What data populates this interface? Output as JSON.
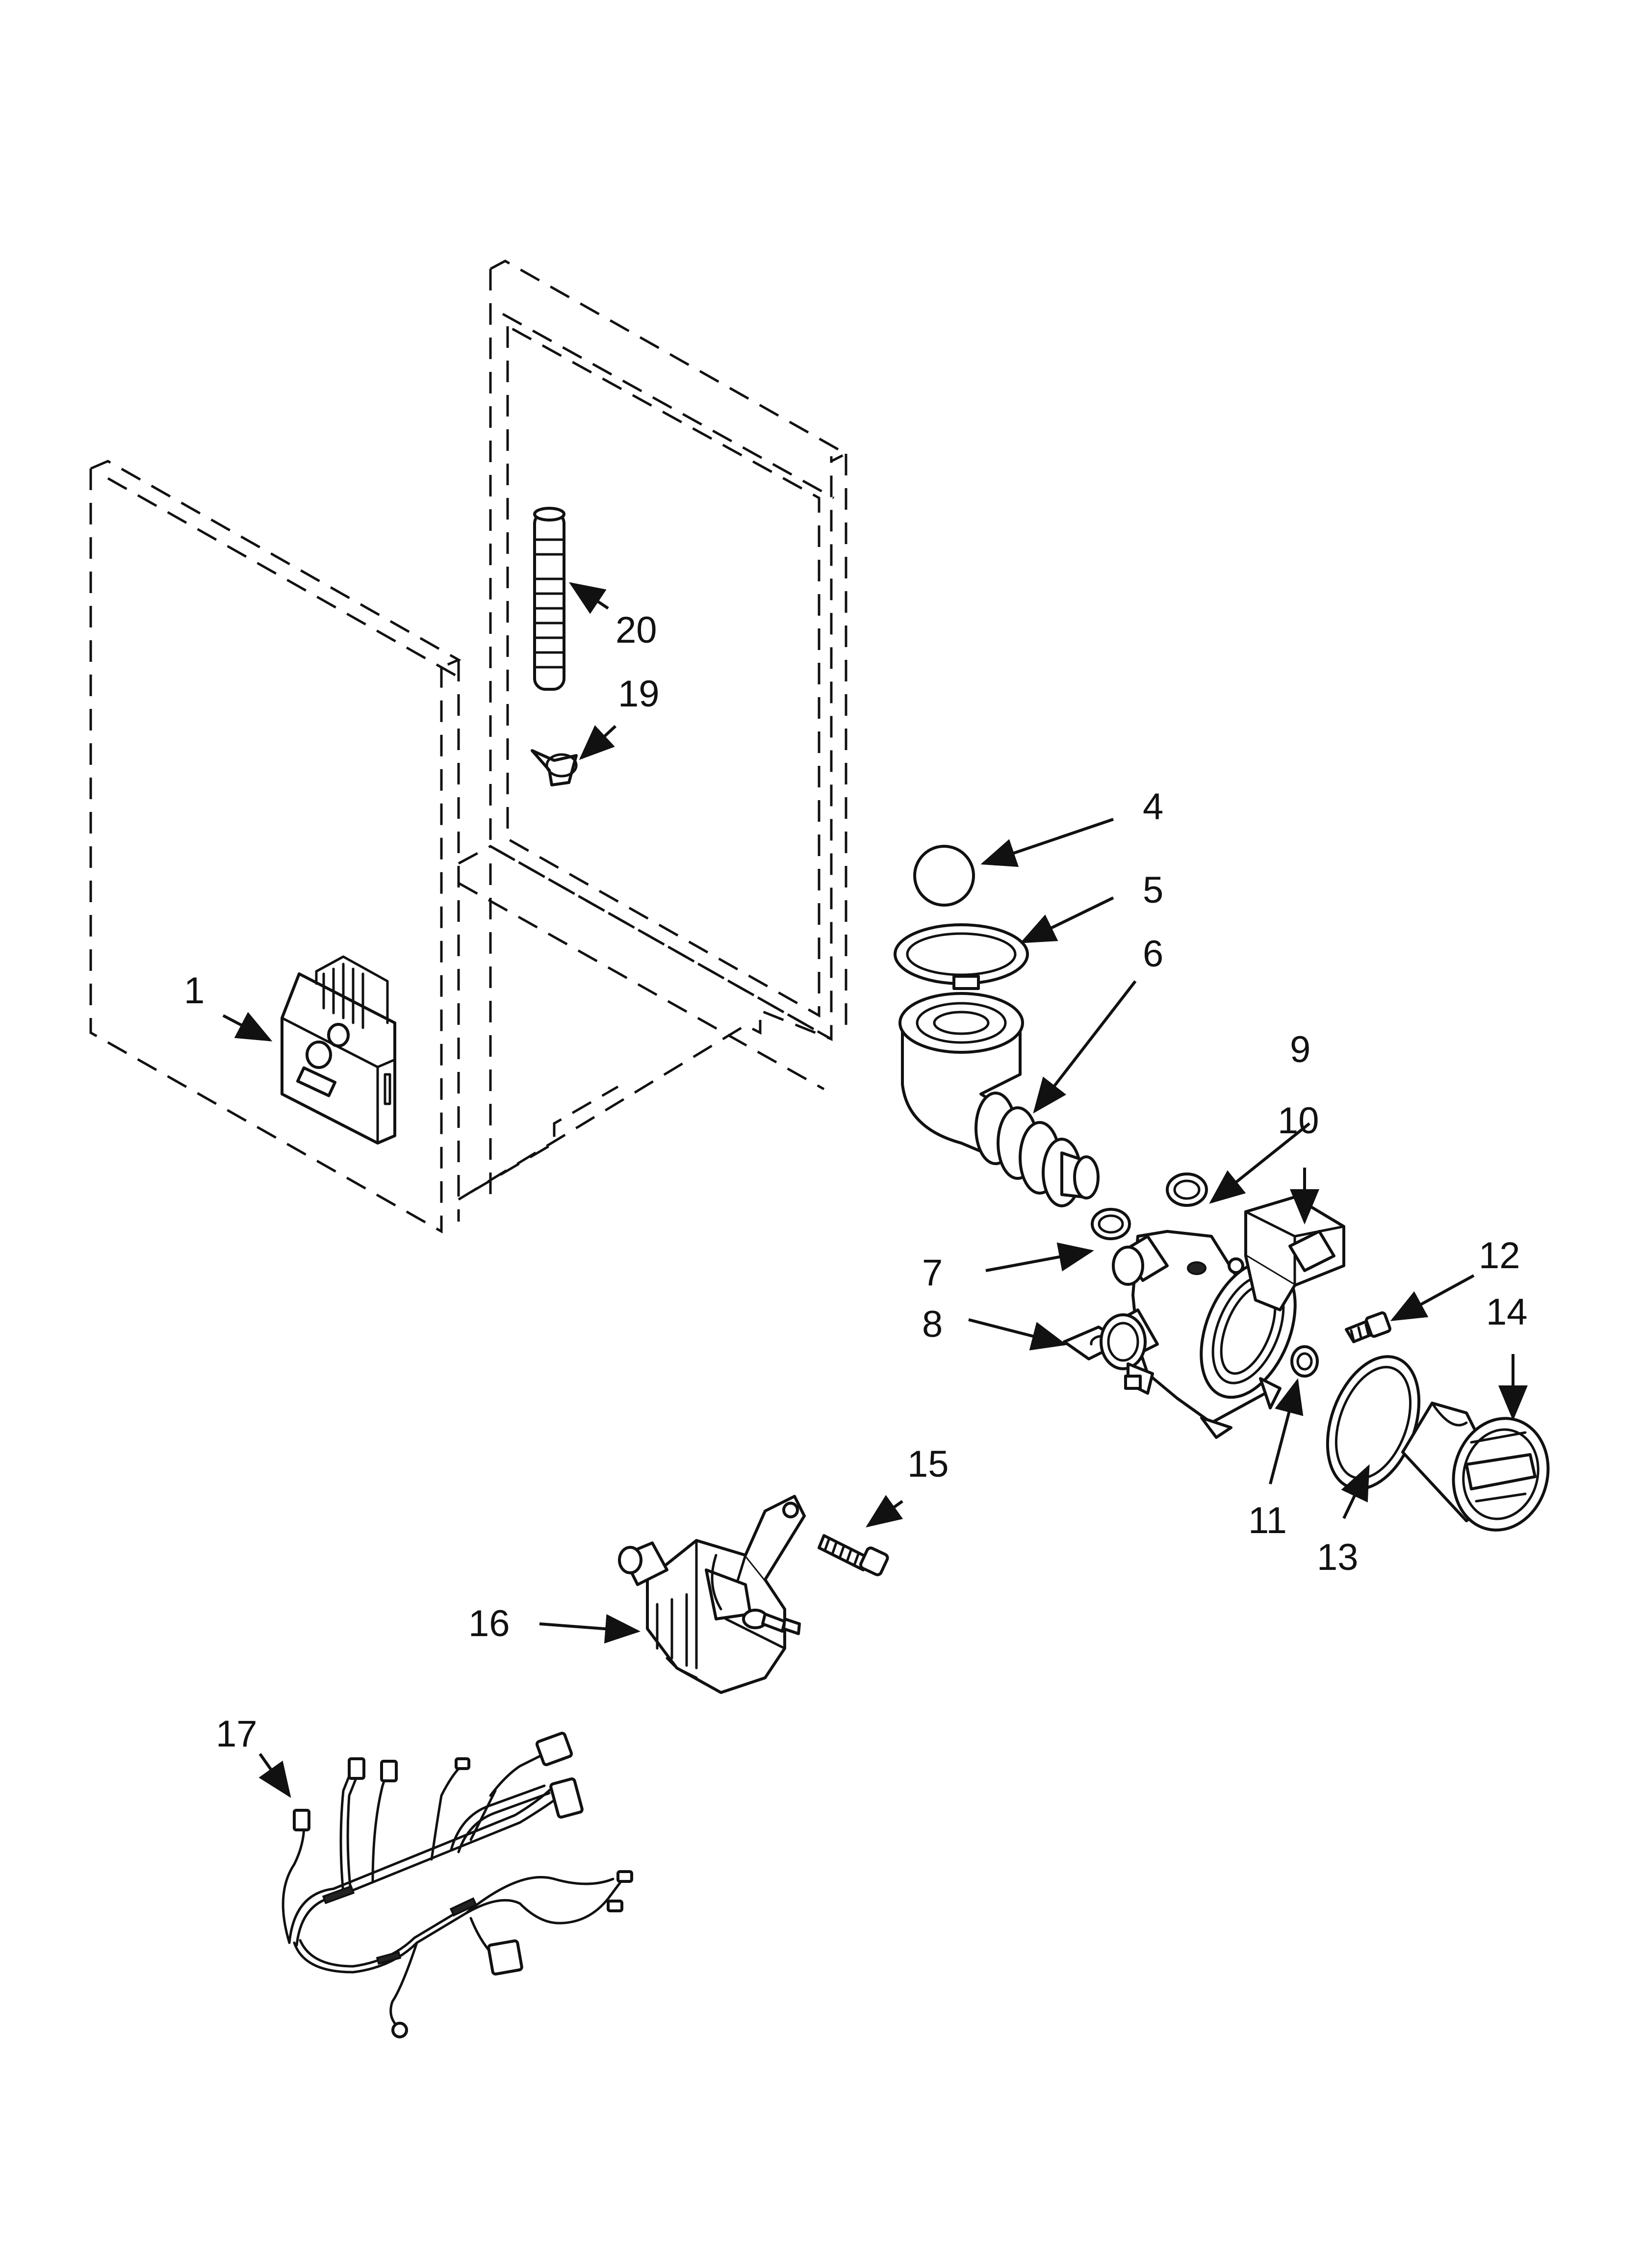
{
  "diagram": {
    "callouts": [
      {
        "id": "c1",
        "label": "1"
      },
      {
        "id": "c4",
        "label": "4"
      },
      {
        "id": "c5",
        "label": "5"
      },
      {
        "id": "c6",
        "label": "6"
      },
      {
        "id": "c7",
        "label": "7"
      },
      {
        "id": "c8",
        "label": "8"
      },
      {
        "id": "c9",
        "label": "9"
      },
      {
        "id": "c10",
        "label": "10"
      },
      {
        "id": "c11",
        "label": "11"
      },
      {
        "id": "c12",
        "label": "12"
      },
      {
        "id": "c13",
        "label": "13"
      },
      {
        "id": "c14",
        "label": "14"
      },
      {
        "id": "c15",
        "label": "15"
      },
      {
        "id": "c16",
        "label": "16"
      },
      {
        "id": "c17",
        "label": "17"
      },
      {
        "id": "c19",
        "label": "19"
      },
      {
        "id": "c20",
        "label": "20"
      }
    ]
  }
}
